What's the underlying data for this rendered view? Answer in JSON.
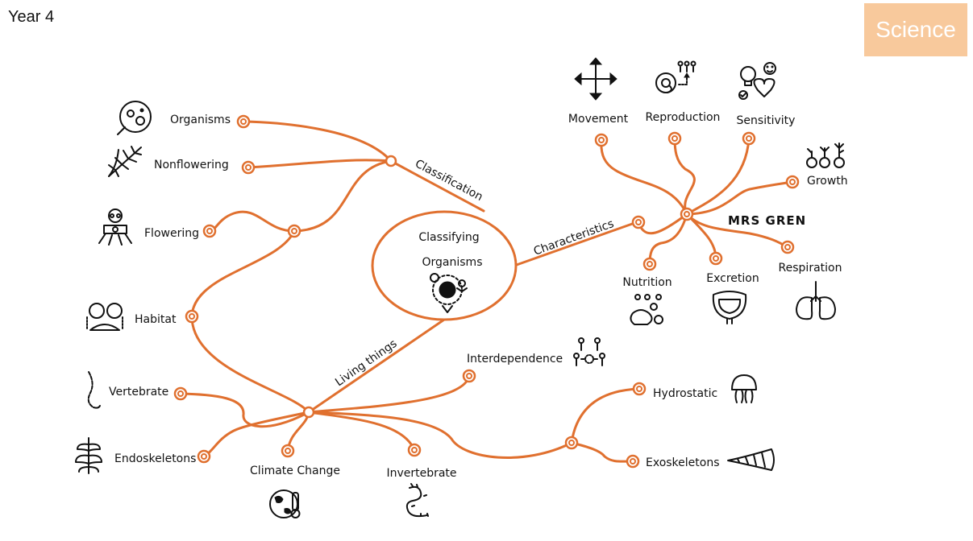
{
  "header": {
    "year": "Year 4",
    "subject": "Science",
    "subject_color": "#f8c99c"
  },
  "theme": {
    "branch_color": "#e0702f"
  },
  "center": {
    "line1": "Classifying",
    "line2": "Organisms",
    "icon": "globe-people-icon"
  },
  "branches": {
    "classification": "Classification",
    "characteristics": "Characteristics",
    "living_things": "Living things"
  },
  "teacher": "MRS GREN",
  "classification_nodes": {
    "organisms": {
      "label": "Organisms",
      "icon": "petri-dish-icon"
    },
    "nonflowering": {
      "label": "Nonflowering",
      "icon": "fern-icon"
    },
    "flowering": {
      "label": "Flowering",
      "icon": "flower-icon"
    }
  },
  "characteristics_nodes": {
    "movement": {
      "label": "Movement",
      "icon": "move-arrows-icon"
    },
    "reproduction": {
      "label": "Reproduction",
      "icon": "reproduction-icon"
    },
    "sensitivity": {
      "label": "Sensitivity",
      "icon": "senses-icon"
    },
    "growth": {
      "label": "Growth",
      "icon": "seedlings-icon"
    },
    "respiration": {
      "label": "Respiration",
      "icon": "lungs-icon"
    },
    "excretion": {
      "label": "Excretion",
      "icon": "bladder-icon"
    },
    "nutrition": {
      "label": "Nutrition",
      "icon": "food-icon"
    }
  },
  "living_nodes": {
    "habitat": {
      "label": "Habitat",
      "icon": "habitat-icon"
    },
    "vertebrate": {
      "label": "Vertebrate",
      "icon": "spine-icon"
    },
    "endoskeletons": {
      "label": "Endoskeletons",
      "icon": "ribcage-icon"
    },
    "climate_change": {
      "label": "Climate Change",
      "icon": "earth-thermometer-icon"
    },
    "invertebrate": {
      "label": "Invertebrate",
      "icon": "worm-icon"
    },
    "interdependence": {
      "label": "Interdependence",
      "icon": "people-network-icon"
    },
    "hydrostatic": {
      "label": "Hydrostatic",
      "icon": "jellyfish-icon"
    },
    "exoskeletons": {
      "label": "Exoskeletons",
      "icon": "shell-icon"
    }
  }
}
